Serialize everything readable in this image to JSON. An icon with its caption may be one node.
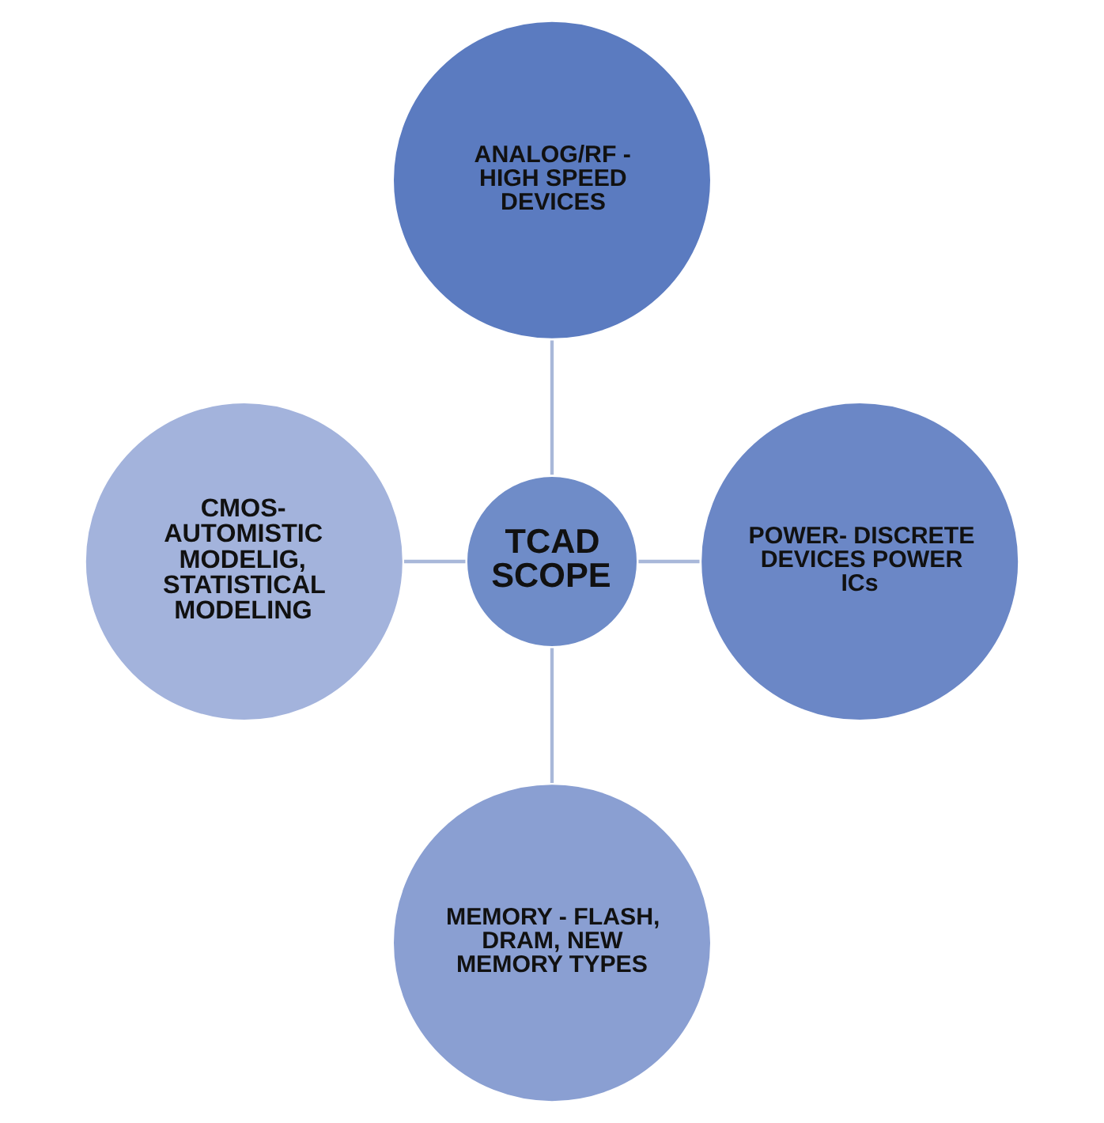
{
  "diagram": {
    "nodes": [
      {
        "text": [
          "ANALOG/RF - HIGH SPEED DEVICES"
        ]
      },
      {
        "text": [
          "CMOS- AUTOMISTIC MODELIG, STATISTICAL MODELING"
        ]
      },
      {
        "text": [
          "TCAD SCOPE"
        ]
      },
      {
        "text": [
          "POWER- DISCRETE DEVICES POWER ICs"
        ]
      },
      {
        "text": [
          "MEMORY - FLASH, DRAM, NEW MEMORY TYPES"
        ]
      }
    ],
    "edges": [
      {
        "from": 0,
        "to": 2,
        "arrow": "none"
      },
      {
        "from": 1,
        "to": 2,
        "arrow": "none"
      },
      {
        "from": 2,
        "to": 3,
        "arrow": "none"
      },
      {
        "from": 2,
        "to": 4,
        "arrow": "none"
      }
    ]
  }
}
